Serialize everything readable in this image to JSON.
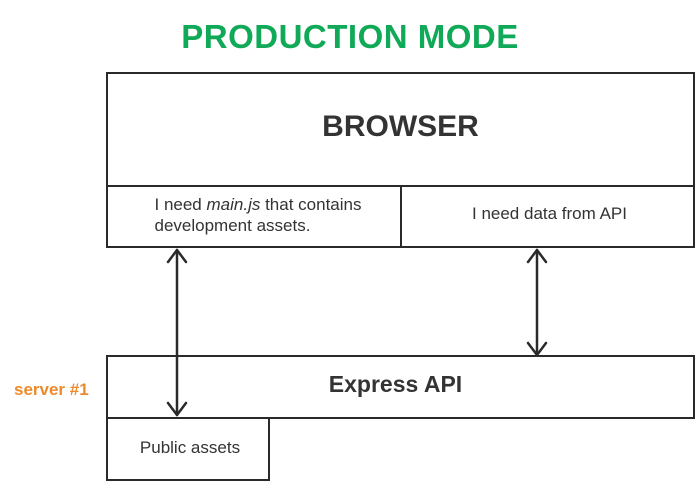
{
  "title": "PRODUCTION MODE",
  "browser": {
    "label": "BROWSER",
    "request_left": {
      "prefix": "I need ",
      "emphasis": "main.js",
      "suffix": " that contains",
      "line2": "development assets."
    },
    "request_right": "I need data from API"
  },
  "server": {
    "label": "server #1",
    "express_label": "Express API",
    "public_assets_label": "Public assets"
  },
  "colors": {
    "title": "#0fa958",
    "server_label": "#ee8a2c",
    "stroke": "#2a2a2a",
    "text": "#333333"
  }
}
